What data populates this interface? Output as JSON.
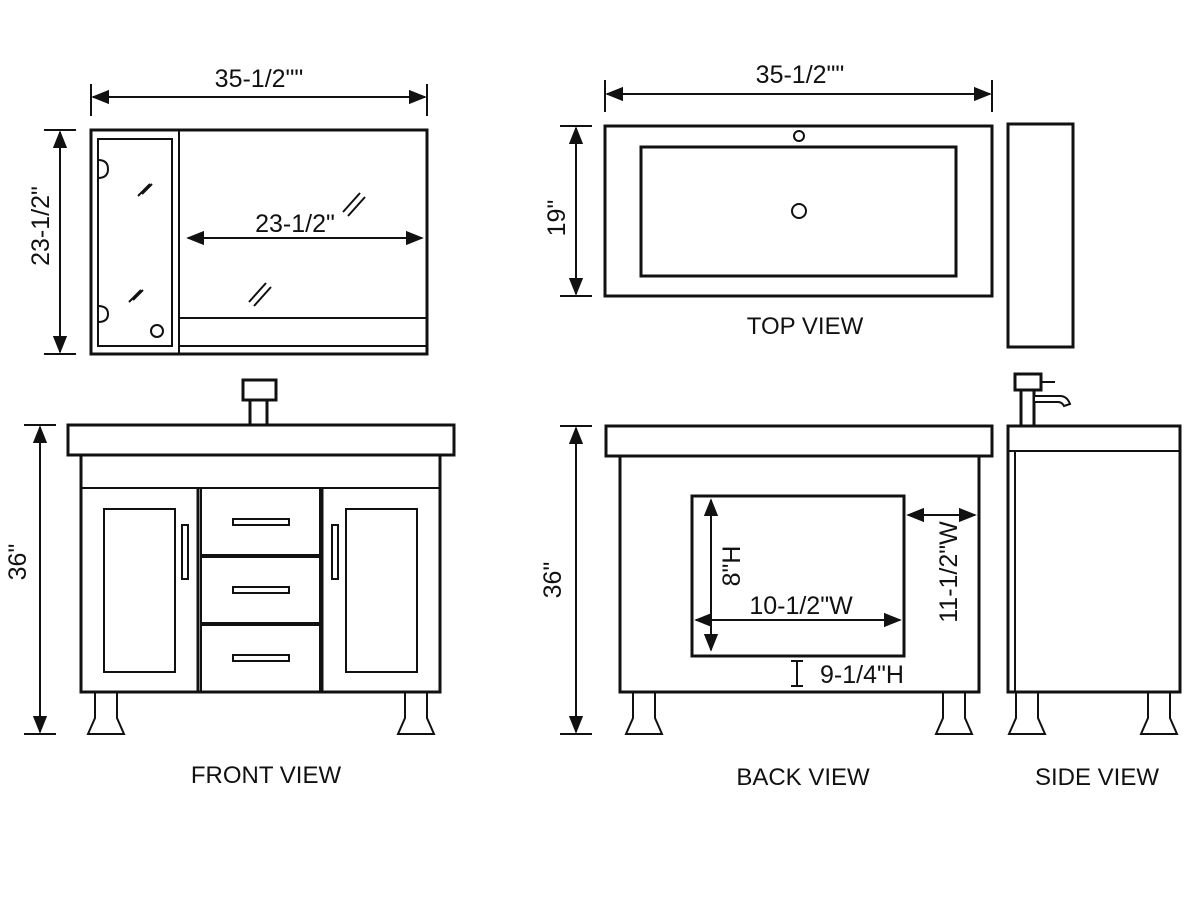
{
  "colors": {
    "line": "#111111",
    "background": "#ffffff"
  },
  "mirror": {
    "width": "35-1/2\"\"",
    "height": "23-1/2\"",
    "inner_width": "23-1/2\""
  },
  "top": {
    "width": "35-1/2\"\"",
    "depth": "19\"",
    "caption": "TOP VIEW"
  },
  "front": {
    "height": "36\"",
    "caption": "FRONT VIEW"
  },
  "back": {
    "height": "36\"",
    "opening_height": "8\"H",
    "opening_width": "10-1/2\"W",
    "side_offset": "11-1/2\"W",
    "bottom_offset": "9-1/4\"H",
    "caption": "BACK VIEW"
  },
  "side": {
    "caption": "SIDE VIEW"
  }
}
